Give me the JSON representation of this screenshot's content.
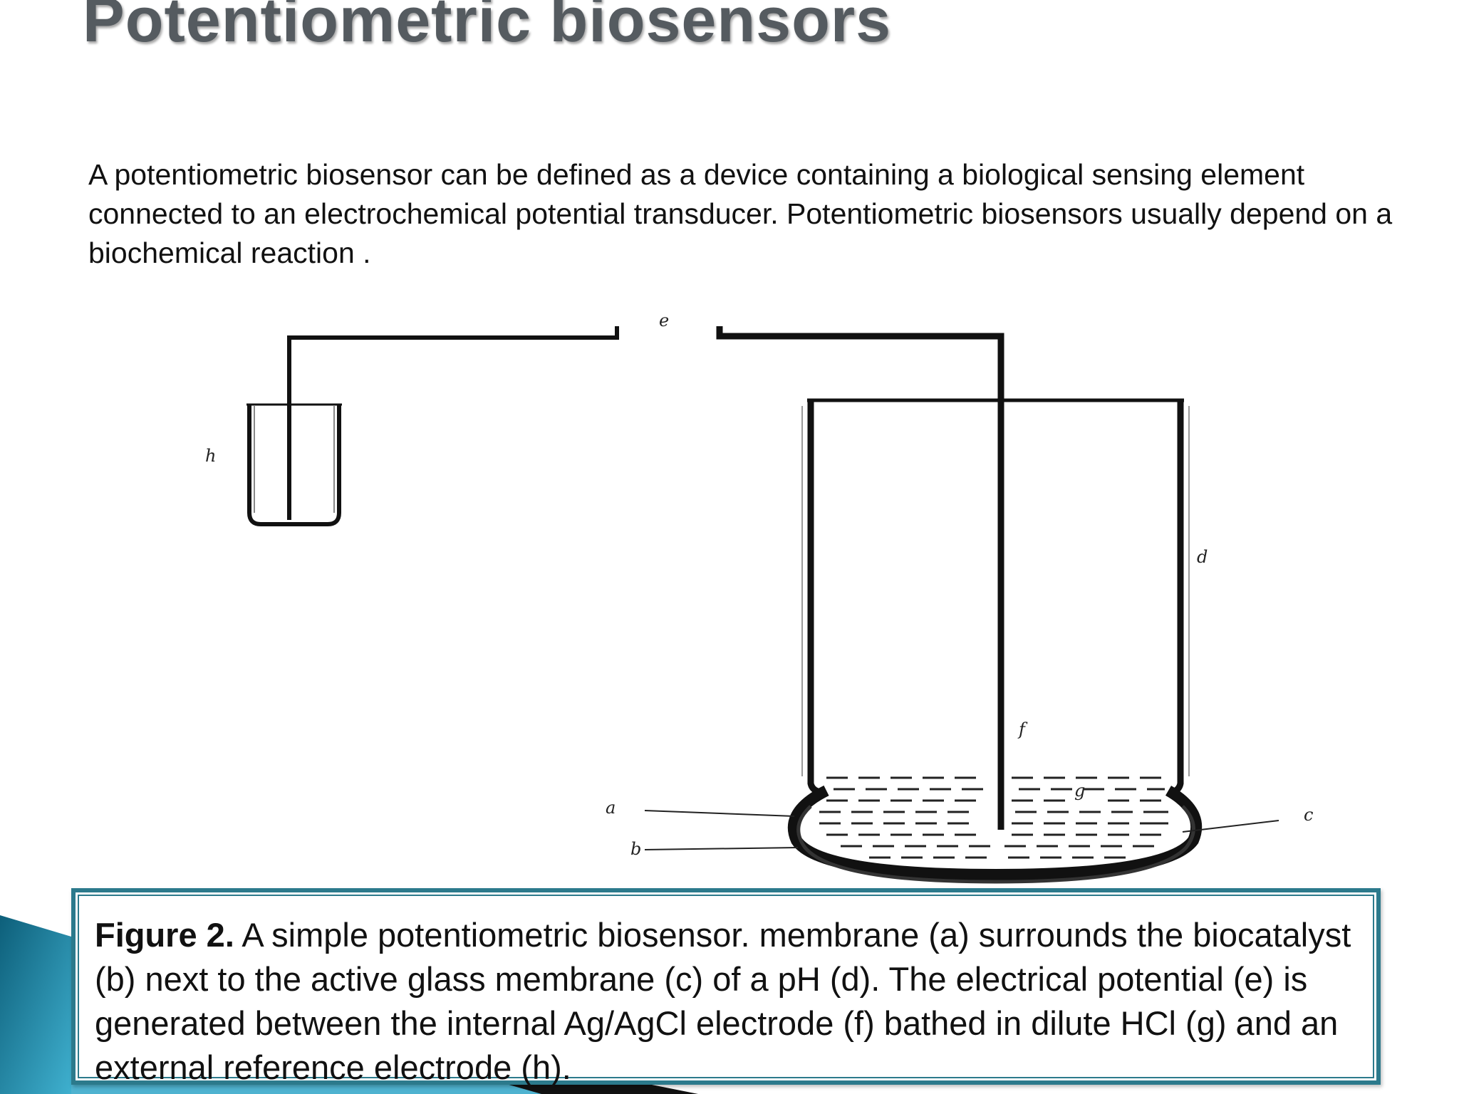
{
  "slide": {
    "title": "Potentiometric biosensors",
    "intro": "A potentiometric biosensor can be defined as a device containing a biological sensing element connected to an electrochemical potential transducer. Potentiometric biosensors usually depend on a biochemical reaction ."
  },
  "figure": {
    "labels": {
      "a": "a",
      "b": "b",
      "c": "c",
      "d": "d",
      "e": "e",
      "f": "f",
      "g": "g",
      "h": "h"
    },
    "caption_lead": "Figure 2.",
    "caption_text": " A simple potentiometric biosensor.  membrane (a) surrounds the biocatalyst (b) next to the active glass membrane (c) of a pH (d). The electrical potential (e) is generated between the internal Ag/AgCl electrode (f) bathed in dilute HCl (g) and an external reference electrode (h)."
  },
  "theme": {
    "title_color": "#555b60",
    "caption_border_color": "#2c7a8c",
    "accent_teal": "#1f7c96"
  }
}
